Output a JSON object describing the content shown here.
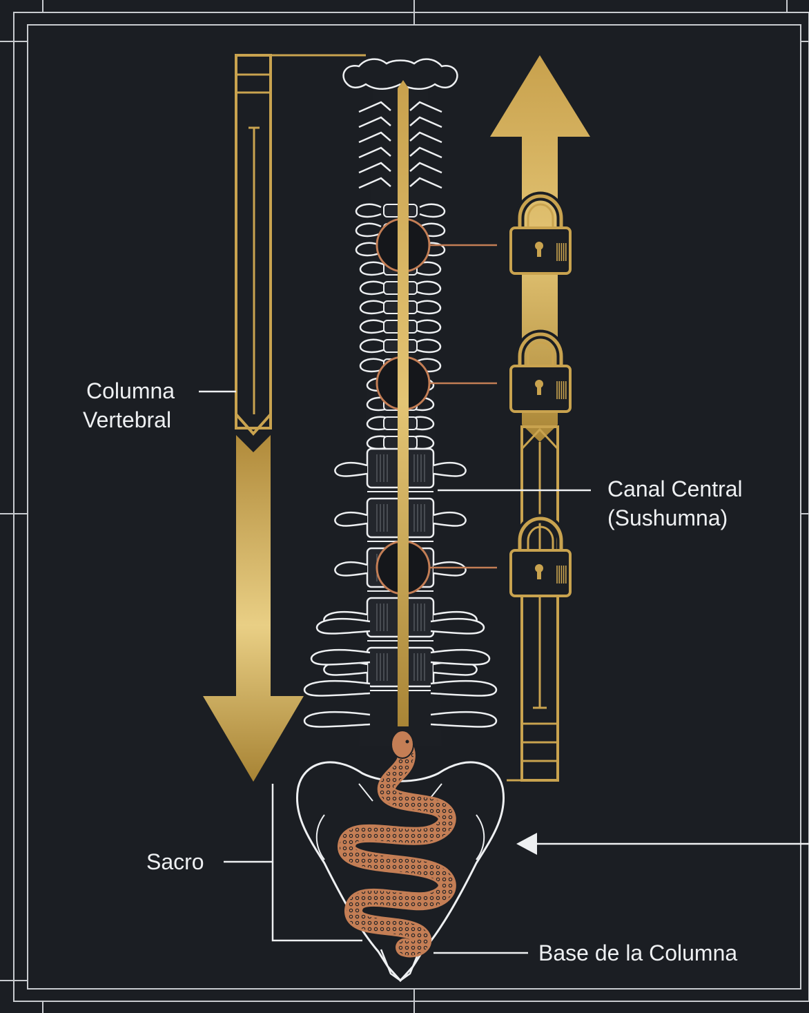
{
  "labels": {
    "spine_line1": "Columna",
    "spine_line2": "Vertebral",
    "canal_line1": "Canal Central",
    "canal_line2": "(Sushumna)",
    "sacrum": "Sacro",
    "base": "Base de la Columna"
  },
  "colors": {
    "background": "#1b1e23",
    "gold": "#c9a34f",
    "gold_light": "#e8cd82",
    "copper": "#c47e55",
    "line": "#eef0f2"
  },
  "icons": [
    "spine-illustration",
    "serpent-icon",
    "padlock-icon",
    "down-arrow",
    "up-arrow"
  ]
}
